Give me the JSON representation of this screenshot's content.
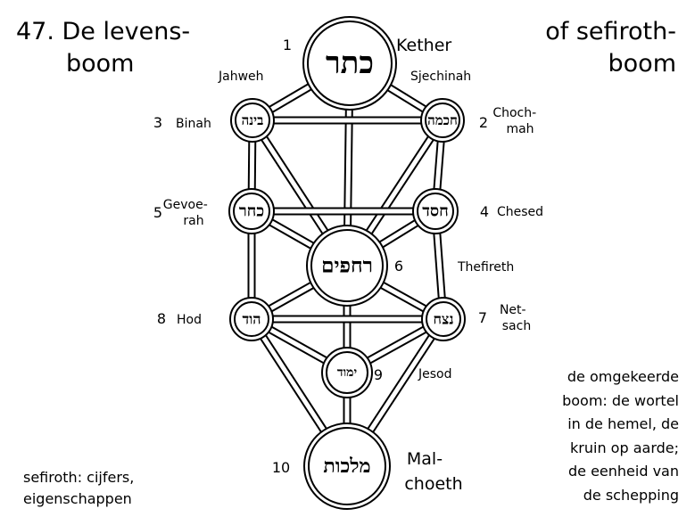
{
  "title": {
    "left_line1": "47. De levens-",
    "left_line2": "boom",
    "right_line1": "of sefiroth-",
    "right_line2": "boom"
  },
  "colors": {
    "ink": "#000000",
    "paper": "#ffffff"
  },
  "nodes": [
    {
      "id": "kether",
      "number": "1",
      "name": "Kether",
      "hebrew": "כתר"
    },
    {
      "id": "chochmah",
      "number": "2",
      "name": "Choch- mah",
      "hebrew": "חכמה"
    },
    {
      "id": "binah",
      "number": "3",
      "name": "Binah",
      "hebrew": "בינה"
    },
    {
      "id": "chesed",
      "number": "4",
      "name": "Chesed",
      "hebrew": "חסד"
    },
    {
      "id": "gevoerah",
      "number": "5",
      "name": "Gevoe- rah",
      "hebrew": "כחר"
    },
    {
      "id": "thefireth",
      "number": "6",
      "name": "Thefireth",
      "hebrew": "רחפים"
    },
    {
      "id": "netsach",
      "number": "7",
      "name": "Net- sach",
      "hebrew": "נצח"
    },
    {
      "id": "hod",
      "number": "8",
      "name": "Hod",
      "hebrew": "הוד"
    },
    {
      "id": "jesod",
      "number": "9",
      "name": "Jesod",
      "hebrew": "ימוד"
    },
    {
      "id": "malchoeth",
      "number": "10",
      "name": "Mal- choeth",
      "hebrew": "מלכות"
    }
  ],
  "labels": {
    "jahweh": "Jahweh",
    "sjechinah": "Sjechinah"
  },
  "notes": {
    "left_line1": "sefiroth: cijfers,",
    "left_line2": "eigenschappen",
    "right_line1": "de omgekeerde",
    "right_line2": "boom: de wortel",
    "right_line3": "in de hemel, de",
    "right_line4": "kruin op aarde;",
    "right_line5": "de eenheid van",
    "right_line6": "de schepping"
  }
}
